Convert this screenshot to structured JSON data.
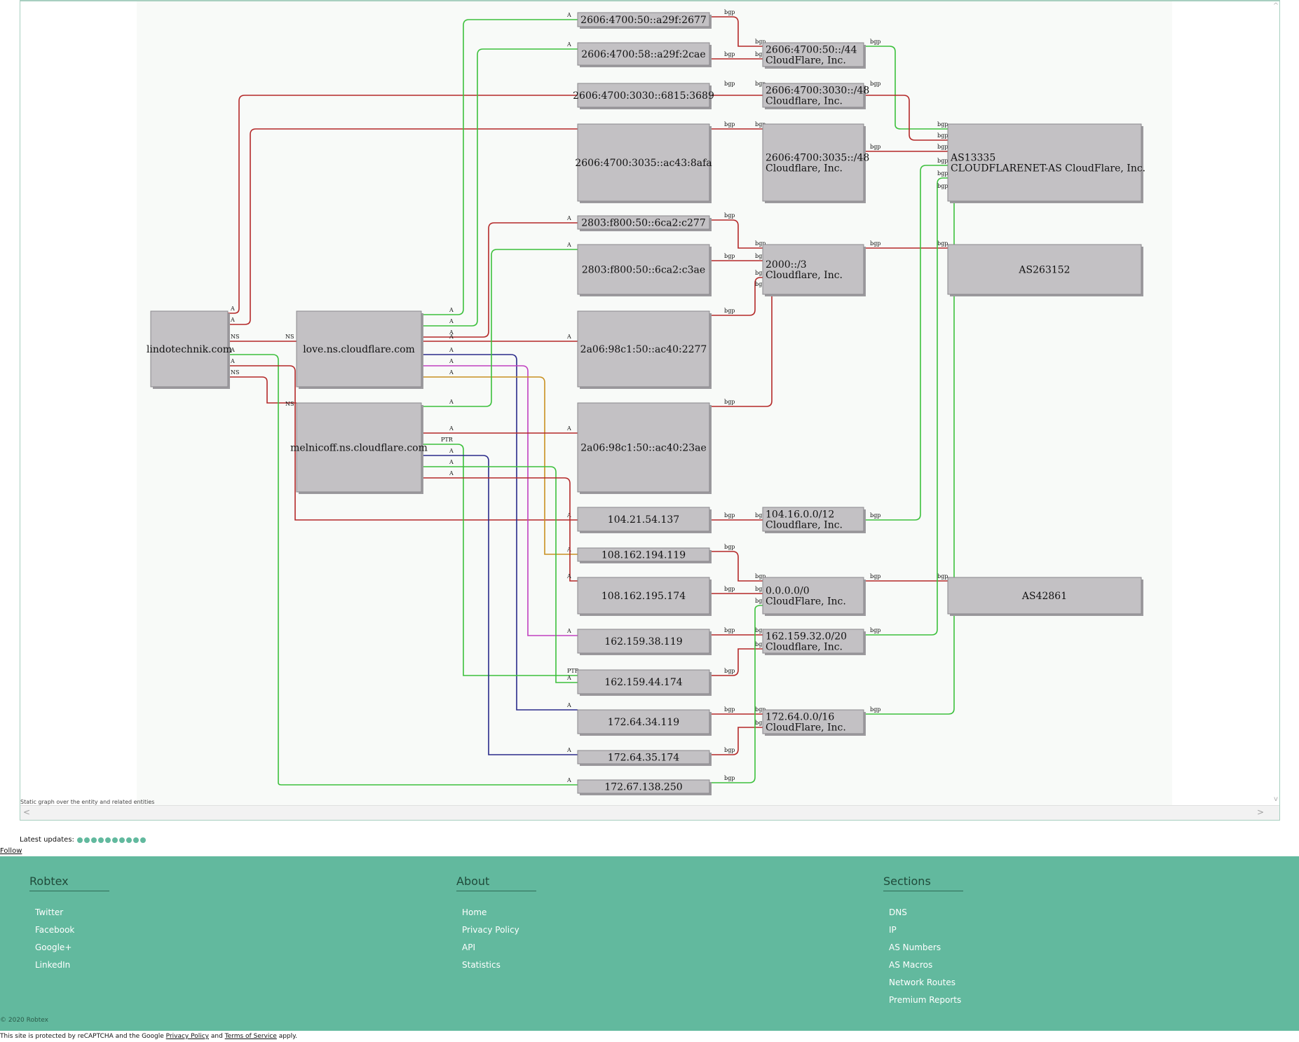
{
  "graph": {
    "caption": "Static graph over the entity and related entities",
    "nodes": [
      {
        "id": "lindotechnik",
        "lines": [
          "lindotechnik.com"
        ]
      },
      {
        "id": "love",
        "lines": [
          "love.ns.cloudflare.com"
        ]
      },
      {
        "id": "melnicoff",
        "lines": [
          "melnicoff.ns.cloudflare.com"
        ]
      },
      {
        "id": "ip_a29f2677",
        "lines": [
          "2606:4700:50::a29f:2677"
        ]
      },
      {
        "id": "ip_a29f2cae",
        "lines": [
          "2606:4700:58::a29f:2cae"
        ]
      },
      {
        "id": "ip_68153689",
        "lines": [
          "2606:4700:3030::6815:3689"
        ]
      },
      {
        "id": "ip_ac438afa",
        "lines": [
          "2606:4700:3035::ac43:8afa"
        ]
      },
      {
        "id": "ip_6ca2c277",
        "lines": [
          "2803:f800:50::6ca2:c277"
        ]
      },
      {
        "id": "ip_6ca2c3ae",
        "lines": [
          "2803:f800:50::6ca2:c3ae"
        ]
      },
      {
        "id": "ip_ac402277",
        "lines": [
          "2a06:98c1:50::ac40:2277"
        ]
      },
      {
        "id": "ip_ac4023ae",
        "lines": [
          "2a06:98c1:50::ac40:23ae"
        ]
      },
      {
        "id": "ip_104_21",
        "lines": [
          "104.21.54.137"
        ]
      },
      {
        "id": "ip_108_194",
        "lines": [
          "108.162.194.119"
        ]
      },
      {
        "id": "ip_108_195",
        "lines": [
          "108.162.195.174"
        ]
      },
      {
        "id": "ip_162_38",
        "lines": [
          "162.159.38.119"
        ]
      },
      {
        "id": "ip_162_44",
        "lines": [
          "162.159.44.174"
        ]
      },
      {
        "id": "ip_172_34",
        "lines": [
          "172.64.34.119"
        ]
      },
      {
        "id": "ip_172_35",
        "lines": [
          "172.64.35.174"
        ]
      },
      {
        "id": "ip_172_67",
        "lines": [
          "172.67.138.250"
        ]
      },
      {
        "id": "rt_2606_50",
        "lines": [
          "2606:4700:50::/44",
          "CloudFlare, Inc."
        ]
      },
      {
        "id": "rt_2606_3030",
        "lines": [
          "2606:4700:3030::/48",
          "Cloudflare, Inc."
        ]
      },
      {
        "id": "rt_2606_3035",
        "lines": [
          "2606:4700:3035::/48",
          "Cloudflare, Inc."
        ]
      },
      {
        "id": "rt_2000",
        "lines": [
          "2000::/3",
          "Cloudflare, Inc."
        ]
      },
      {
        "id": "rt_104",
        "lines": [
          "104.16.0.0/12",
          "Cloudflare, Inc."
        ]
      },
      {
        "id": "rt_0000",
        "lines": [
          "0.0.0.0/0",
          "CloudFlare, Inc."
        ]
      },
      {
        "id": "rt_162",
        "lines": [
          "162.159.32.0/20",
          "Cloudflare, Inc."
        ]
      },
      {
        "id": "rt_172",
        "lines": [
          "172.64.0.0/16",
          "CloudFlare, Inc."
        ]
      },
      {
        "id": "as13335",
        "lines": [
          "AS13335",
          "CLOUDFLARENET-AS CloudFlare, Inc."
        ]
      },
      {
        "id": "as263152",
        "lines": [
          "AS263152"
        ]
      },
      {
        "id": "as42861",
        "lines": [
          "AS42861"
        ]
      }
    ]
  },
  "updates": {
    "label": "Latest updates:",
    "dot_count": 10
  },
  "follow_label": "Follow",
  "footer": {
    "columns": [
      {
        "title": "Robtex",
        "items": [
          "Twitter",
          "Facebook",
          "Google+",
          "LinkedIn"
        ]
      },
      {
        "title": "About",
        "items": [
          "Home",
          "Privacy Policy",
          "API",
          "Statistics"
        ]
      },
      {
        "title": "Sections",
        "items": [
          "DNS",
          "IP",
          "AS Numbers",
          "AS Macros",
          "Network Routes",
          "Premium Reports"
        ]
      }
    ],
    "copyright": "© 2020 Robtex"
  },
  "recaptcha": {
    "prefix": "This site is protected by reCAPTCHA and the Google ",
    "privacy": "Privacy Policy",
    "middle": " and ",
    "terms": "Terms of Service",
    "suffix": " apply."
  },
  "colors": {
    "graph_bg": "#f8faf8",
    "node_fill": "#c3c1c4",
    "red_edge": "#b42828",
    "green_edge": "#3cc03c",
    "footer_bg": "#62b99e"
  }
}
